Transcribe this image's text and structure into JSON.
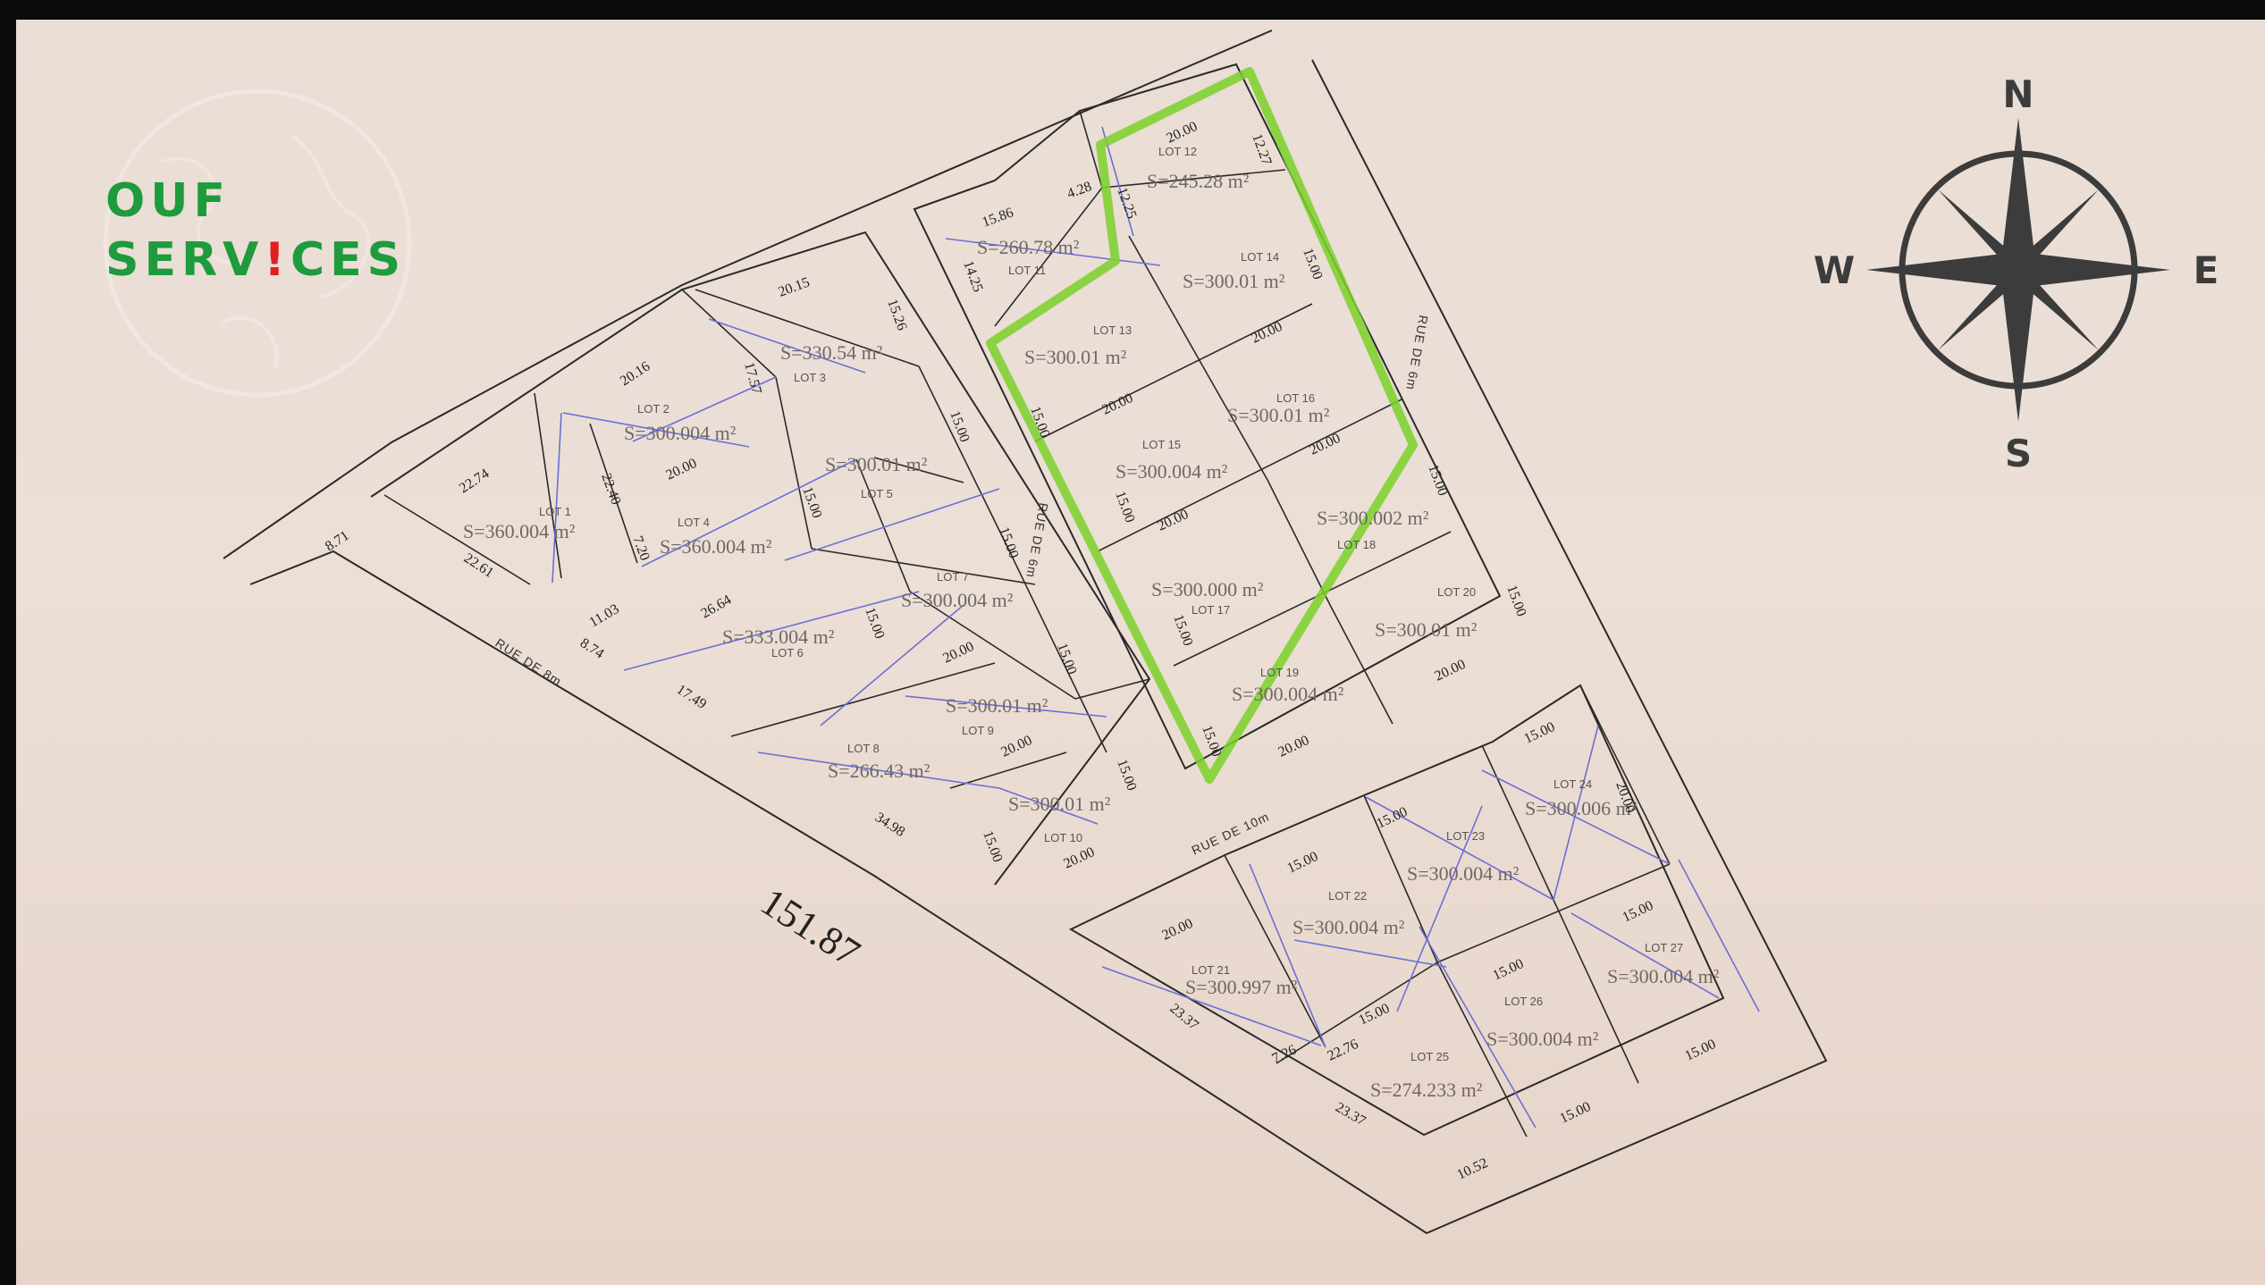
{
  "logo": {
    "line1": "OUF",
    "line2a": "SERV",
    "line2b": "!",
    "line2c": "CES",
    "colors": {
      "text": "#1e9b3c",
      "accent": "#e02020"
    }
  },
  "compass": {
    "n": "N",
    "s": "S",
    "e": "E",
    "w": "W",
    "icon": "compass-rose-icon"
  },
  "plan": {
    "lots": [
      {
        "label": "LOT 1",
        "area": "S=360.004 m²"
      },
      {
        "label": "LOT 2",
        "area": "S=300.004 m²"
      },
      {
        "label": "LOT 3",
        "area": "S=330.54 m²"
      },
      {
        "label": "LOT 4",
        "area": "S=360.004 m²"
      },
      {
        "label": "LOT 5",
        "area": "S=300.01 m²"
      },
      {
        "label": "LOT 6",
        "area": "S=333.004 m²"
      },
      {
        "label": "LOT 7",
        "area": "S=300.004 m²"
      },
      {
        "label": "LOT 8",
        "area": "S=266.43 m²"
      },
      {
        "label": "LOT 9",
        "area": "S=300.01 m²"
      },
      {
        "label": "LOT 10",
        "area": "S=300.01 m²"
      },
      {
        "label": "LOT 11",
        "area": "S=260.78 m²"
      },
      {
        "label": "LOT 12",
        "area": "S=245.28 m²"
      },
      {
        "label": "LOT 13",
        "area": "S=300.01 m²"
      },
      {
        "label": "LOT 14",
        "area": "S=300.01 m²"
      },
      {
        "label": "LOT 15",
        "area": "S=300.004 m²"
      },
      {
        "label": "LOT 16",
        "area": "S=300.01 m²"
      },
      {
        "label": "LOT 17",
        "area": "S=300.000 m²"
      },
      {
        "label": "LOT 18",
        "area": "S=300.002 m²"
      },
      {
        "label": "LOT 19",
        "area": "S=300.004 m²"
      },
      {
        "label": "LOT 20",
        "area": "S=300.01 m²"
      },
      {
        "label": "LOT 21",
        "area": "S=300.997 m²"
      },
      {
        "label": "LOT 22",
        "area": "S=300.004 m²"
      },
      {
        "label": "LOT 23",
        "area": "S=300.004 m²"
      },
      {
        "label": "LOT 24",
        "area": "S=300.006 m²"
      },
      {
        "label": "LOT 25",
        "area": "S=274.233 m²"
      },
      {
        "label": "LOT 26",
        "area": "S=300.004 m²"
      },
      {
        "label": "LOT 27",
        "area": "S=300.004 m²"
      }
    ],
    "streets": {
      "rue_8m": "RUE DE 8m",
      "rue_10m": "RUE DE 10m",
      "rue_6m_a": "RUE DE 6m",
      "rue_6m_b": "RUE DE 6m"
    },
    "total_length": "151.87",
    "dims": {
      "d871": "8.71",
      "d2274": "22.74",
      "d2261": "22.61",
      "d2016": "20.16",
      "d2015": "20.15",
      "d1526": "15.26",
      "d1757": "17.57",
      "d2240": "22.40",
      "d720": "7.20",
      "d1103": "11.03",
      "d874": "8.74",
      "d2664": "26.64",
      "d1749": "17.49",
      "d3498": "34.98",
      "d1586": "15.86",
      "d428": "4.28",
      "d1425": "14.25",
      "d1225": "12.25",
      "d1227": "12.27",
      "d2000": "20.00",
      "d1500": "15.00",
      "d2337": "23.37",
      "d726": "7.26",
      "d2276": "22.76",
      "d1052": "10.52"
    },
    "colors": {
      "highlight": "#7bd12a",
      "diagonal": "#6b6fd6",
      "line": "#2a2a2a"
    }
  }
}
